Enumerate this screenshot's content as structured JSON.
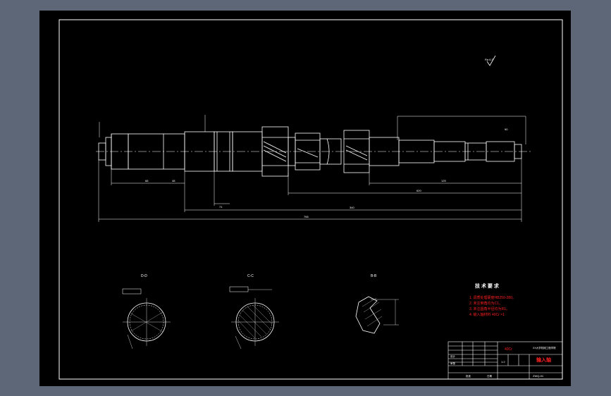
{
  "drawing": {
    "tech_requirements_title": "技 术 要 求",
    "tech_requirements": [
      {
        "text": "1. 调质处理硬度HB250-280。",
        "color": "#ff2020"
      },
      {
        "text": "2. 未注倒角均为C1。",
        "color": "#ff2020"
      },
      {
        "text": "3. 未注圆角半径均为R1。",
        "color": "#ff2020"
      },
      {
        "text": "4. 输入轴材料   40Cr  ×1",
        "color": "#ff2020"
      }
    ],
    "sections": [
      "D-D",
      "C-C",
      "B-B"
    ],
    "top_right_note": "Ra 6.3",
    "dimensions": {
      "overall_length": "766",
      "lengths": [
        "68",
        "48",
        "71",
        "340",
        "620",
        "125",
        "90"
      ]
    },
    "title_block": {
      "part_name": "输入轴",
      "school": "XX大学机械工程学院",
      "drawing_no": "ZWQ-01",
      "material": "40Cr",
      "scale": "1:2",
      "designer": "设计",
      "checker": "审核",
      "approver": "批准",
      "date": "日期"
    }
  },
  "colors": {
    "background": "#5d6777",
    "sheet": "#000000",
    "line": "#ffffff",
    "accent_red": "#ff2020"
  }
}
